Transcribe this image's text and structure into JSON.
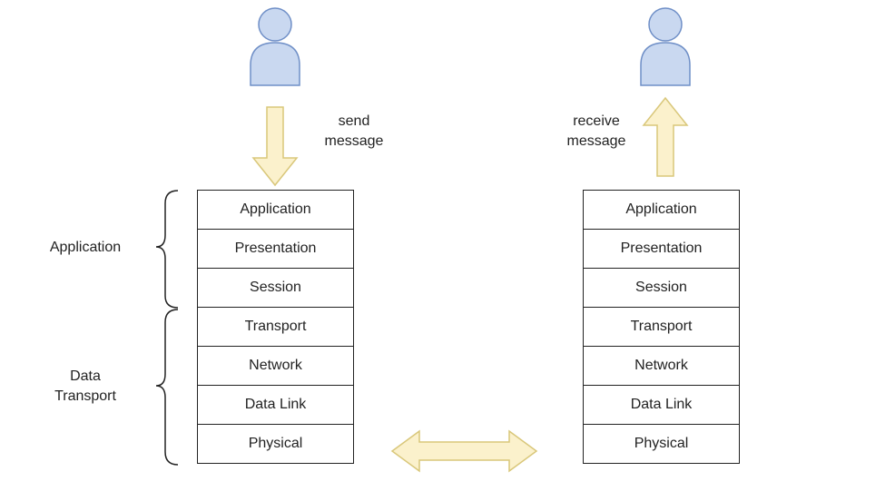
{
  "left_stack": {
    "layers": [
      "Application",
      "Presentation",
      "Session",
      "Transport",
      "Network",
      "Data Link",
      "Physical"
    ]
  },
  "right_stack": {
    "layers": [
      "Application",
      "Presentation",
      "Session",
      "Transport",
      "Network",
      "Data Link",
      "Physical"
    ]
  },
  "send_label": {
    "line1": "send",
    "line2": "message"
  },
  "receive_label": {
    "line1": "receive",
    "line2": "message"
  },
  "groups": {
    "application": "Application",
    "data_transport": {
      "line1": "Data",
      "line2": "Transport"
    }
  },
  "colors": {
    "person_fill": "#c9d8f0",
    "person_stroke": "#6f8fc7",
    "arrow_fill": "#fbf1cc",
    "arrow_stroke": "#d9c77a",
    "line": "#222222"
  },
  "icons": [
    "sender-person-icon",
    "receiver-person-icon",
    "cursor-move-icon"
  ]
}
